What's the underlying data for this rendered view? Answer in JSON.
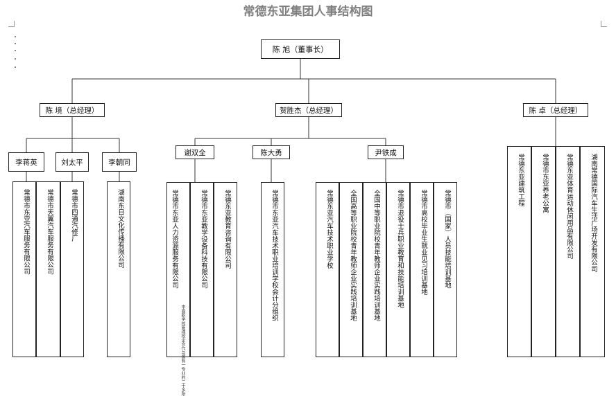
{
  "title": "常德东亚集团人事结构图",
  "chairman": "陈   旭（董事长）",
  "executives": [
    "陈   境（总经理）",
    "贺胜杰（总经理）",
    "陈   卓（总经理）"
  ],
  "managers": [
    "李蒋英",
    "刘太平",
    "李朝同",
    "谢双全",
    "陈大勇",
    "尹铁成"
  ],
  "companies": [
    "常德市东亚汽车服务有限公司",
    "常德市天翼汽车服务有限公司",
    "常德市四通汽修厂",
    "湖南东日文化传播有限公司",
    "常德市东亚人力资源服务有限公司",
    "常德市东亚教学设备科技有限公司",
    "常德东亚教育咨询有限公司",
    "常德市东亚汽车技术职业培训学校会计分组织",
    "常德东亚汽车技术职业学校",
    "全国高等职业院校青年教师企业实践培训基地",
    "全国中等职业院校青年教师企业实践培训基地",
    "常德市退役士兵职业教育和技能培训基地",
    "常德市高校毕业生就业见习培训基地",
    "常德市（国家）人员技能培训基地",
    "常德东亚建筑工程",
    "常德市东亚养老公寓",
    "常德东亚体育运动休闲用品有限公司",
    "湖南常德国际汽车生活广场开发有限公司"
  ],
  "note": "中高职学校管理校企合作与国有一专业的二十多所"
}
